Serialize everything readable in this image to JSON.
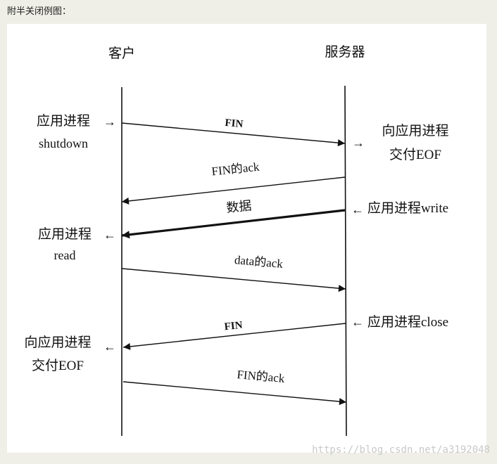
{
  "header": {
    "title": "附半关闭例图："
  },
  "diagram": {
    "client_label": "客户",
    "server_label": "服务器",
    "messages": [
      {
        "label": "FIN",
        "direction": "client-to-server",
        "bold": true
      },
      {
        "label": "FIN的ack",
        "direction": "server-to-client",
        "bold": false
      },
      {
        "label": "数据",
        "direction": "server-to-client",
        "bold": false,
        "thick": true
      },
      {
        "label": "data的ack",
        "direction": "client-to-server",
        "bold": false
      },
      {
        "label": "FIN",
        "direction": "server-to-client",
        "bold": true
      },
      {
        "label": "FIN的ack",
        "direction": "client-to-server",
        "bold": false
      }
    ],
    "annotations": {
      "c1_line1": "应用进程",
      "c1_line2": "shutdown",
      "c1_arrow": "→",
      "s1_line1": "向应用进程",
      "s1_line2": "交付EOF",
      "s1_arrow": "→",
      "s2_arrow": "←",
      "s2_text": "应用进程write",
      "c2_line1": "应用进程",
      "c2_line2": "read",
      "c2_arrow": "←",
      "s3_arrow": "←",
      "s3_text": "应用进程close",
      "c3_line1": "向应用进程",
      "c3_line2": "交付EOF",
      "c3_arrow": "←"
    }
  },
  "watermark": "https://blog.csdn.net/a3192048"
}
